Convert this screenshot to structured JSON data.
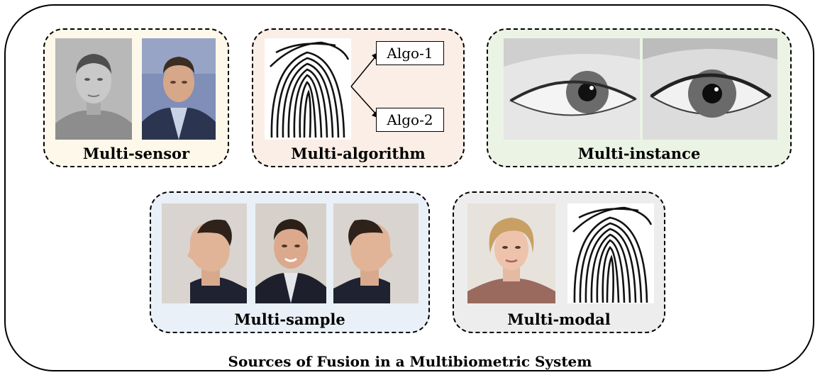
{
  "caption": "Sources of Fusion in a Multibiometric System",
  "groups": {
    "multi_sensor": {
      "label": "Multi-sensor",
      "color": "#fdf8e9"
    },
    "multi_algorithm": {
      "label": "Multi-algorithm",
      "color": "#fbeee6",
      "algos": [
        "Algo-1",
        "Algo-2"
      ]
    },
    "multi_instance": {
      "label": "Multi-instance",
      "color": "#ebf3e5"
    },
    "multi_sample": {
      "label": "Multi-sample",
      "color": "#e9f0f8"
    },
    "multi_modal": {
      "label": "Multi-modal",
      "color": "#ededed"
    }
  },
  "icons": [
    "grayscale-face-photo",
    "color-face-photo",
    "fingerprint-image",
    "left-eye-image",
    "right-eye-image",
    "profile-left-photo",
    "frontal-face-photo",
    "profile-right-photo",
    "woman-face-photo",
    "fingerprint-image"
  ]
}
